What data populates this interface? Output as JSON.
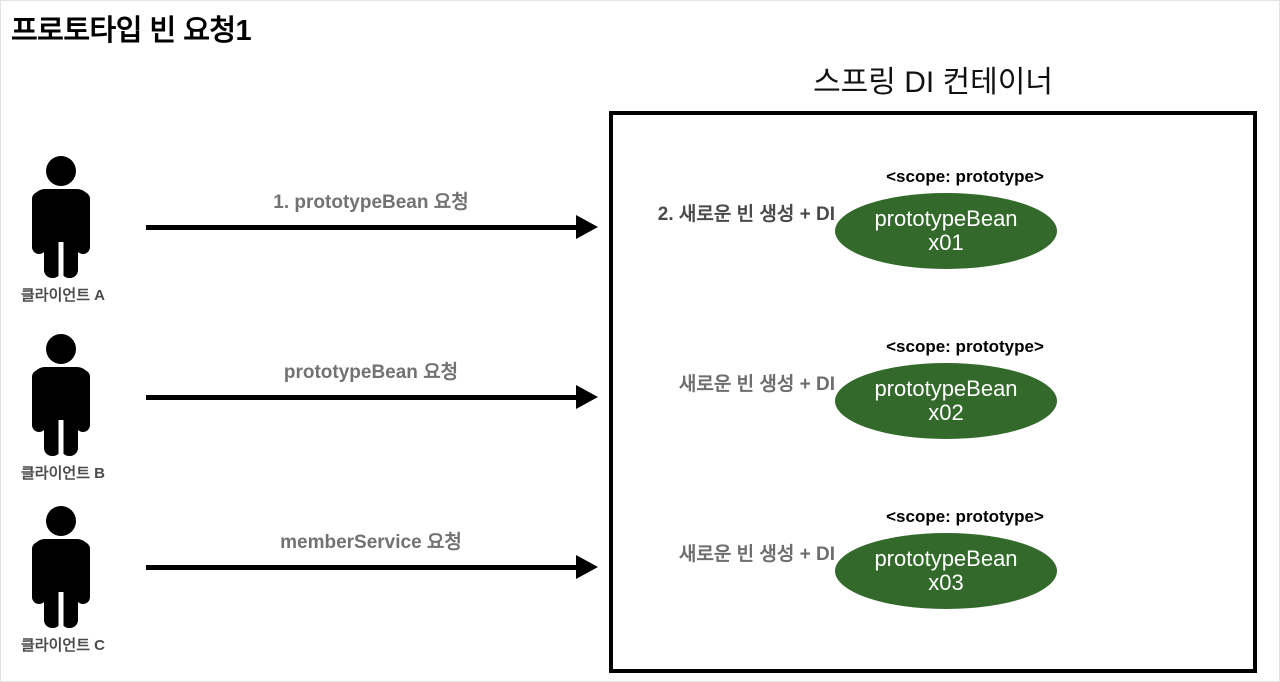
{
  "slide": {
    "title": "프로토타입 빈 요청1"
  },
  "container": {
    "heading": "스프링 DI 컨테이너"
  },
  "clients": [
    {
      "label": "클라이언트 A",
      "icon": "person-icon"
    },
    {
      "label": "클라이언트 B",
      "icon": "person-icon"
    },
    {
      "label": "클라이언트 C",
      "icon": "person-icon"
    }
  ],
  "arrows": [
    {
      "label": "1. prototypeBean 요청"
    },
    {
      "label": "prototypeBean 요청"
    },
    {
      "label": "memberService 요청"
    }
  ],
  "beans": [
    {
      "di_label": "2. 새로운 빈 생성 + DI",
      "scope": "<scope: prototype>",
      "name": "prototypeBean",
      "id": "x01"
    },
    {
      "di_label": "새로운 빈 생성 + DI",
      "scope": "<scope: prototype>",
      "name": "prototypeBean",
      "id": "x02"
    },
    {
      "di_label": "새로운 빈 생성 + DI",
      "scope": "<scope: prototype>",
      "name": "prototypeBean",
      "id": "x03"
    }
  ],
  "colors": {
    "bean_green": "#336a2b",
    "arrow_black": "#000000",
    "label_gray": "#727272",
    "container_border": "#000000"
  }
}
